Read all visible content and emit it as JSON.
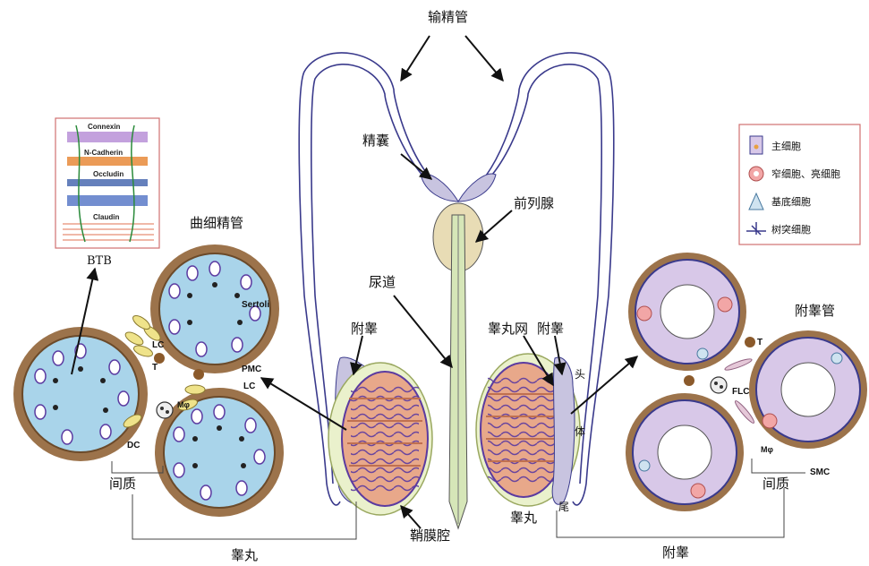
{
  "labels": {
    "vas_deferens": "输精管",
    "seminal_vesicle": "精囊",
    "prostate": "前列腺",
    "urethra": "尿道",
    "epididymis_left": "附睾",
    "rete_testis": "睾丸网",
    "epididymis_right": "附睾",
    "head": "头",
    "body": "体",
    "tail": "尾",
    "tunica_vaginalis": "鞘膜腔",
    "testis_small": "睾丸",
    "seminiferous_tubule": "曲细精管",
    "epididymal_duct": "附睾管",
    "interstitium_left": "间质",
    "interstitium_right": "间质",
    "testis_bottom": "睾丸",
    "epididymis_bottom": "附睾",
    "btb": "BTB"
  },
  "cell_labels": {
    "lc1": "LC",
    "t1": "T",
    "sertoli": "Sertoli",
    "pmc": "PMC",
    "lc2": "LC",
    "mphi_left": "Mφ",
    "dc": "DC",
    "t2": "T",
    "flc": "FLC",
    "mphi_right": "Mφ",
    "smc": "SMC"
  },
  "btb_inset": {
    "connexin": "Connexin",
    "n_cadherin": "N-Cadherin",
    "occludin": "Occludin",
    "claudin": "Claudin"
  },
  "legend": {
    "items": [
      {
        "label": "主细胞",
        "icon": "principal-cell-icon"
      },
      {
        "label": "窄细胞、亮细胞",
        "icon": "narrow-clear-cell-icon"
      },
      {
        "label": "基底细胞",
        "icon": "basal-cell-icon"
      },
      {
        "label": "树突细胞",
        "icon": "dendritic-cell-icon"
      }
    ]
  },
  "colors": {
    "duct": "#3a3a8c",
    "tubule_lumen": "#a9d4ea",
    "tubule_wall": "#8b5a2b",
    "epi_cell": "#d8c8e8",
    "testis_fill": "#e8a88a",
    "prostate": "#e8dcb5",
    "urethra": "#d6e6b8",
    "vesicle": "#c8c4e0",
    "leydig": "#efe38a"
  }
}
